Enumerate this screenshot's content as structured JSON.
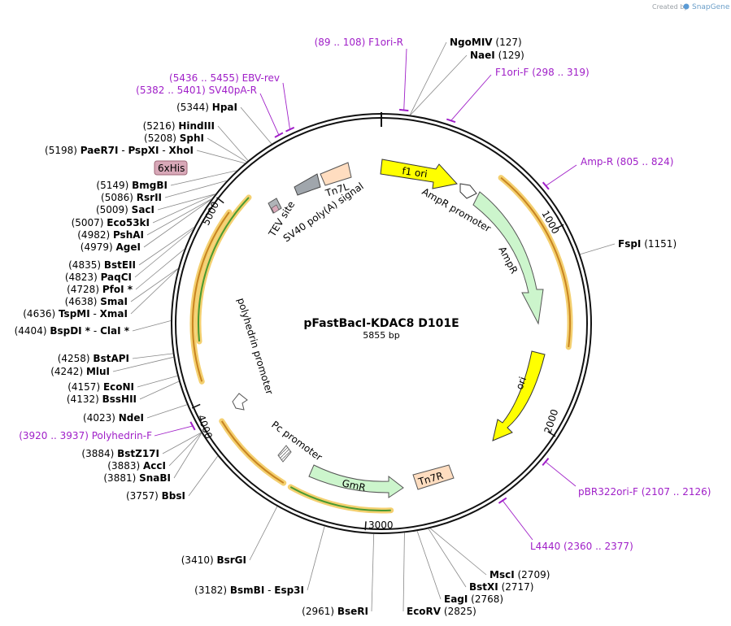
{
  "credit": {
    "created_by": "Created by",
    "brand": "SnapGene"
  },
  "plasmid": {
    "name": "pFastBacI-KDAC8 D101E",
    "length_label": "5855 bp",
    "length": 5855
  },
  "ticks": [
    "1000",
    "2000",
    "3000",
    "4000",
    "5000"
  ],
  "enzymes": [
    {
      "id": "ngomiv",
      "name": "NgoMIV",
      "pos": "(127)",
      "bp": 127
    },
    {
      "id": "naei",
      "name": "NaeI",
      "pos": "(129)",
      "bp": 129
    },
    {
      "id": "fspi",
      "name": "FspI",
      "pos": "(1151)",
      "bp": 1151
    },
    {
      "id": "msci",
      "name": "MscI",
      "pos": "(2709)",
      "bp": 2709
    },
    {
      "id": "bstxi",
      "name": "BstXI",
      "pos": "(2717)",
      "bp": 2717
    },
    {
      "id": "eagi",
      "name": "EagI",
      "pos": "(2768)",
      "bp": 2768
    },
    {
      "id": "ecorv",
      "name": "EcoRV",
      "pos": "(2825)",
      "bp": 2825
    },
    {
      "id": "bseri",
      "name": "BseRI",
      "pos": "(2961)",
      "bp": 2961
    },
    {
      "id": "bsmbi",
      "name": "BsmBI",
      "sep": " - ",
      "alt": "Esp3I",
      "pos": "(3182)",
      "bp": 3182
    },
    {
      "id": "bsrgi",
      "name": "BsrGI",
      "pos": "(3410)",
      "bp": 3410
    },
    {
      "id": "bbsi",
      "name": "BbsI",
      "pos": "(3757)",
      "bp": 3757
    },
    {
      "id": "snabi",
      "name": "SnaBI",
      "pos": "(3881)",
      "bp": 3881
    },
    {
      "id": "acci",
      "name": "AccI",
      "pos": "(3883)",
      "bp": 3883
    },
    {
      "id": "bstz17i",
      "name": "BstZ17I",
      "pos": "(3884)",
      "bp": 3884
    },
    {
      "id": "ndei",
      "name": "NdeI",
      "pos": "(4023)",
      "bp": 4023
    },
    {
      "id": "bsshii",
      "name": "BssHII",
      "pos": "(4132)",
      "bp": 4132
    },
    {
      "id": "econi",
      "name": "EcoNI",
      "pos": "(4157)",
      "bp": 4157
    },
    {
      "id": "mlui",
      "name": "MluI",
      "pos": "(4242)",
      "bp": 4242
    },
    {
      "id": "bstapi",
      "name": "BstAPI",
      "pos": "(4258)",
      "bp": 4258
    },
    {
      "id": "bspdi",
      "name": "BspDI *",
      "sep": " - ",
      "alt": "ClaI *",
      "pos": "(4404)",
      "bp": 4404
    },
    {
      "id": "tspmi",
      "name": "TspMI",
      "sep": " - ",
      "alt": "XmaI",
      "pos": "(4636)",
      "bp": 4636
    },
    {
      "id": "smai",
      "name": "SmaI",
      "pos": "(4638)",
      "bp": 4638
    },
    {
      "id": "pfoi",
      "name": "PfoI *",
      "pos": "(4728)",
      "bp": 4728
    },
    {
      "id": "paqci",
      "name": "PaqCI",
      "pos": "(4823)",
      "bp": 4823
    },
    {
      "id": "bsteii",
      "name": "BstEII",
      "pos": "(4835)",
      "bp": 4835
    },
    {
      "id": "agei",
      "name": "AgeI",
      "pos": "(4979)",
      "bp": 4979
    },
    {
      "id": "pshai",
      "name": "PshAI",
      "pos": "(4982)",
      "bp": 4982
    },
    {
      "id": "eco53ki",
      "name": "Eco53kI",
      "pos": "(5007)",
      "bp": 5007
    },
    {
      "id": "saci",
      "name": "SacI",
      "pos": "(5009)",
      "bp": 5009
    },
    {
      "id": "rsrii",
      "name": "RsrII",
      "pos": "(5086)",
      "bp": 5086
    },
    {
      "id": "bmgbi",
      "name": "BmgBI",
      "pos": "(5149)",
      "bp": 5149
    },
    {
      "id": "paer7i",
      "name": "PaeR7I",
      "sep": " - ",
      "alt": "PspXI",
      "sep2": " - ",
      "alt2": "XhoI",
      "pos": "(5198)",
      "bp": 5198
    },
    {
      "id": "sphi",
      "name": "SphI",
      "pos": "(5208)",
      "bp": 5208
    },
    {
      "id": "hindiii",
      "name": "HindIII",
      "pos": "(5216)",
      "bp": 5216
    },
    {
      "id": "hpai",
      "name": "HpaI",
      "pos": "(5344)",
      "bp": 5344
    }
  ],
  "primers": [
    {
      "id": "f1ori-r",
      "name": "F1ori-R",
      "pos": "(89 .. 108)",
      "bp": 98
    },
    {
      "id": "f1ori-f",
      "name": "F1ori-F",
      "pos": "(298 .. 319)",
      "bp": 308
    },
    {
      "id": "amp-r",
      "name": "Amp-R",
      "pos": "(805 .. 824)",
      "bp": 814
    },
    {
      "id": "pbr322ori-f",
      "name": "pBR322ori-F",
      "pos": "(2107 .. 2126)",
      "bp": 2116
    },
    {
      "id": "l4440",
      "name": "L4440",
      "pos": "(2360 .. 2377)",
      "bp": 2368
    },
    {
      "id": "polyhedrin-f",
      "name": "Polyhedrin-F",
      "pos": "(3920 .. 3937)",
      "bp": 3928
    },
    {
      "id": "sv40pa-r",
      "name": "SV40pA-R",
      "pos": "(5382 .. 5401)",
      "bp": 5391
    },
    {
      "id": "ebv-rev",
      "name": "EBV-rev",
      "pos": "(5436 .. 5455)",
      "bp": 5445
    }
  ],
  "features": {
    "f1_ori": "f1 ori",
    "ampr_promoter": "AmpR promoter",
    "ampr": "AmpR",
    "ori": "ori",
    "tn7r": "Tn7R",
    "gmr": "GmR",
    "pc_promoter": "Pc promoter",
    "polyhedrin_promoter": "polyhedrin promoter",
    "his_tag": "6xHis",
    "tev_site": "TEV site",
    "sv40_polya": "SV40 poly(A) signal",
    "tn7l": "Tn7L"
  },
  "colors": {
    "backbone": "#111111",
    "f1_ori": "#ffff00",
    "ampr": "#ccf5cc",
    "ori": "#ffff00",
    "tn7": "#ffddc0",
    "gmr": "#ccf5cc",
    "orf_outline": "#e8a030",
    "orf_fill": "#a8d890",
    "primer": "#a020c8",
    "tev": "#b0b4b8",
    "his": "#d8a8b8"
  }
}
